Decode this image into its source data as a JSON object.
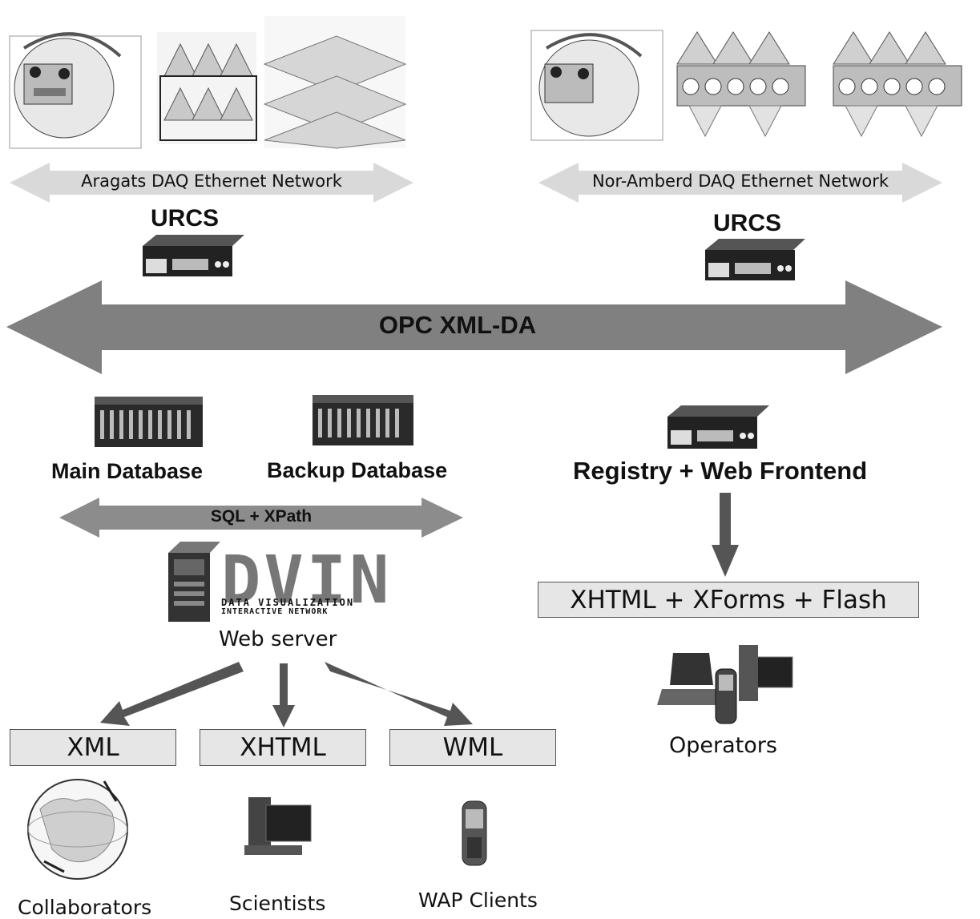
{
  "networks": {
    "aragats": "Aragats DAQ Ethernet Network",
    "nor_amberd": "Nor-Amberd  DAQ Ethernet Network"
  },
  "urcs_left": "URCS",
  "urcs_right": "URCS",
  "bus": "OPC XML-DA",
  "databases": {
    "main": "Main Database",
    "backup": "Backup Database",
    "link": "SQL + XPath"
  },
  "registry": "Registry  + Web Frontend",
  "frontend_formats": "XHTML + XForms + Flash",
  "operators": "Operators",
  "dvin": {
    "logo": "DVIN",
    "line1": "DATA VISUALIZATION",
    "line2": "INTERACTIVE NETWORK"
  },
  "web_server": "Web server",
  "outputs": [
    "XML",
    "XHTML",
    "WML"
  ],
  "clients": [
    "Collaborators",
    "Scientists",
    "WAP Clients"
  ]
}
